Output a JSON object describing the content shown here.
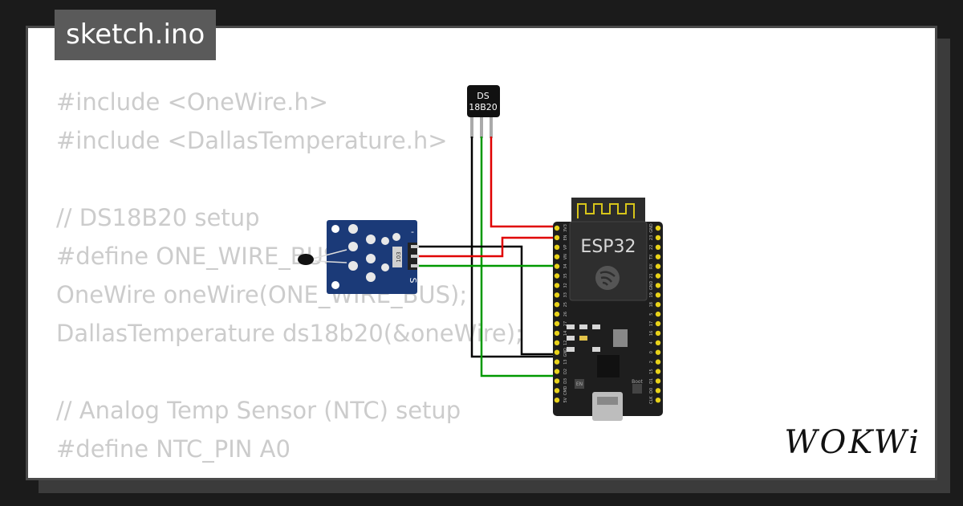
{
  "tab": {
    "filename": "sketch.ino"
  },
  "code_lines": [
    "#include <OneWire.h>",
    "#include <DallasTemperature.h>",
    "",
    "// DS18B20 setup",
    "#define ONE_WIRE_BUS 4",
    "OneWire oneWire(ONE_WIRE_BUS);",
    "DallasTemperature ds18b20(&oneWire);",
    "",
    "// Analog Temp Sensor (NTC) setup",
    "#define NTC_PIN A0"
  ],
  "ds18b20": {
    "label_top": "DS",
    "label_bottom": "18B20"
  },
  "ntc_module": {
    "minus_label": "-",
    "signal_label": "S",
    "resistor_label": "103"
  },
  "esp32": {
    "title": "ESP32",
    "en_label": "EN",
    "boot_label": "Boot",
    "left_pins": [
      "3V3",
      "EN",
      "VP",
      "VN",
      "34",
      "35",
      "32",
      "33",
      "25",
      "26",
      "27",
      "14",
      "12",
      "GND",
      "13",
      "D2",
      "D3",
      "CMD",
      "5V"
    ],
    "right_pins": [
      "GND",
      "23",
      "22",
      "TX",
      "RX",
      "21",
      "GND",
      "19",
      "18",
      "5",
      "17",
      "16",
      "4",
      "0",
      "2",
      "15",
      "D1",
      "D0",
      "CLK"
    ]
  },
  "brand": {
    "name": "WOKWi"
  },
  "colors": {
    "wire_red": "#e00000",
    "wire_green": "#009900",
    "wire_black": "#000000",
    "module_blue": "#1b3a78",
    "board_black": "#1e1e1e",
    "pin_yellow": "#e8d21a"
  }
}
